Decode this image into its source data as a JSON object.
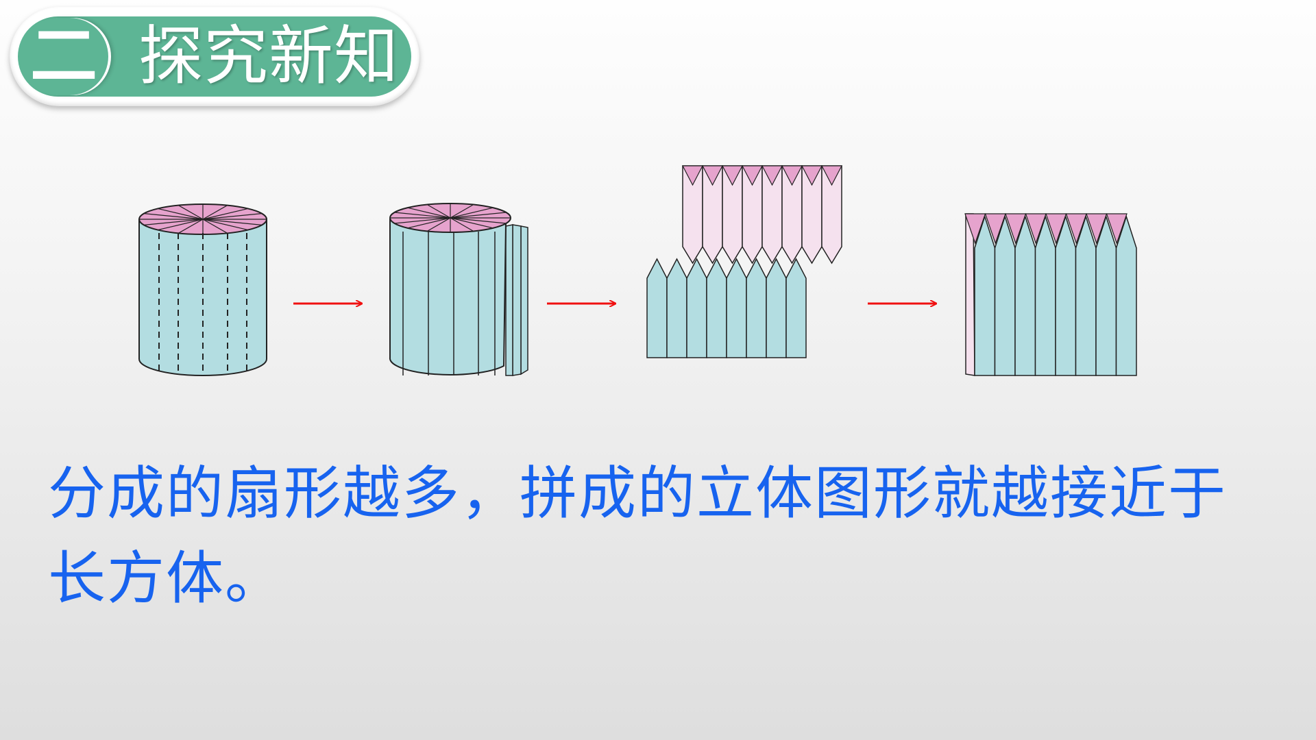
{
  "header": {
    "number": "二",
    "title": "探究新知"
  },
  "caption": {
    "line1": "分成的扇形越多，拼成的立体图形就越接近于",
    "line2": "长方体。"
  },
  "colors": {
    "header_green": "#5db595",
    "face_blue": "#b3dde1",
    "top_pink": "#e6a3cd",
    "side_pink": "#f5e1ee",
    "arrow_red": "#f01010",
    "caption_blue": "#1763ef"
  },
  "diagram": {
    "steps": [
      "cylinder-with-cut-lines",
      "cylinder-sliced",
      "two-interlocking-halves",
      "near-rectangular-prism"
    ],
    "arrows": 3
  }
}
